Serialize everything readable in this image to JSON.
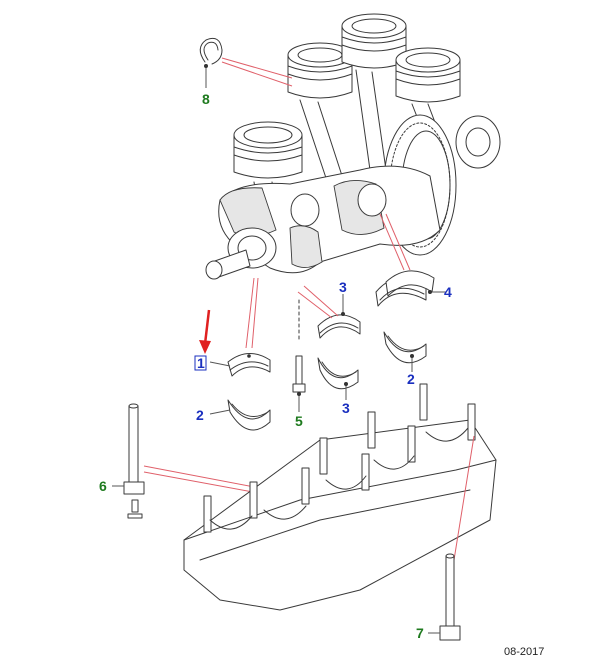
{
  "callouts": [
    {
      "id": "1",
      "text": "1",
      "color": "#1a2fbf",
      "boxed": true
    },
    {
      "id": "2a",
      "text": "2",
      "color": "#1a2fbf"
    },
    {
      "id": "2b",
      "text": "2",
      "color": "#1a2fbf"
    },
    {
      "id": "3a",
      "text": "3",
      "color": "#1a2fbf"
    },
    {
      "id": "3b",
      "text": "3",
      "color": "#1a2fbf"
    },
    {
      "id": "4",
      "text": "4",
      "color": "#1a2fbf"
    },
    {
      "id": "5",
      "text": "5",
      "color": "#1e7a1e"
    },
    {
      "id": "6",
      "text": "6",
      "color": "#1e7a1e"
    },
    {
      "id": "7",
      "text": "7",
      "color": "#1e7a1e"
    },
    {
      "id": "8",
      "text": "8",
      "color": "#1e7a1e"
    }
  ],
  "footer": {
    "code": "08-2017"
  },
  "colors": {
    "blue_label": "#1a2fbf",
    "green_label": "#1e7a1e",
    "pointer_arrow": "#e02020",
    "leader": "#e0606a"
  }
}
